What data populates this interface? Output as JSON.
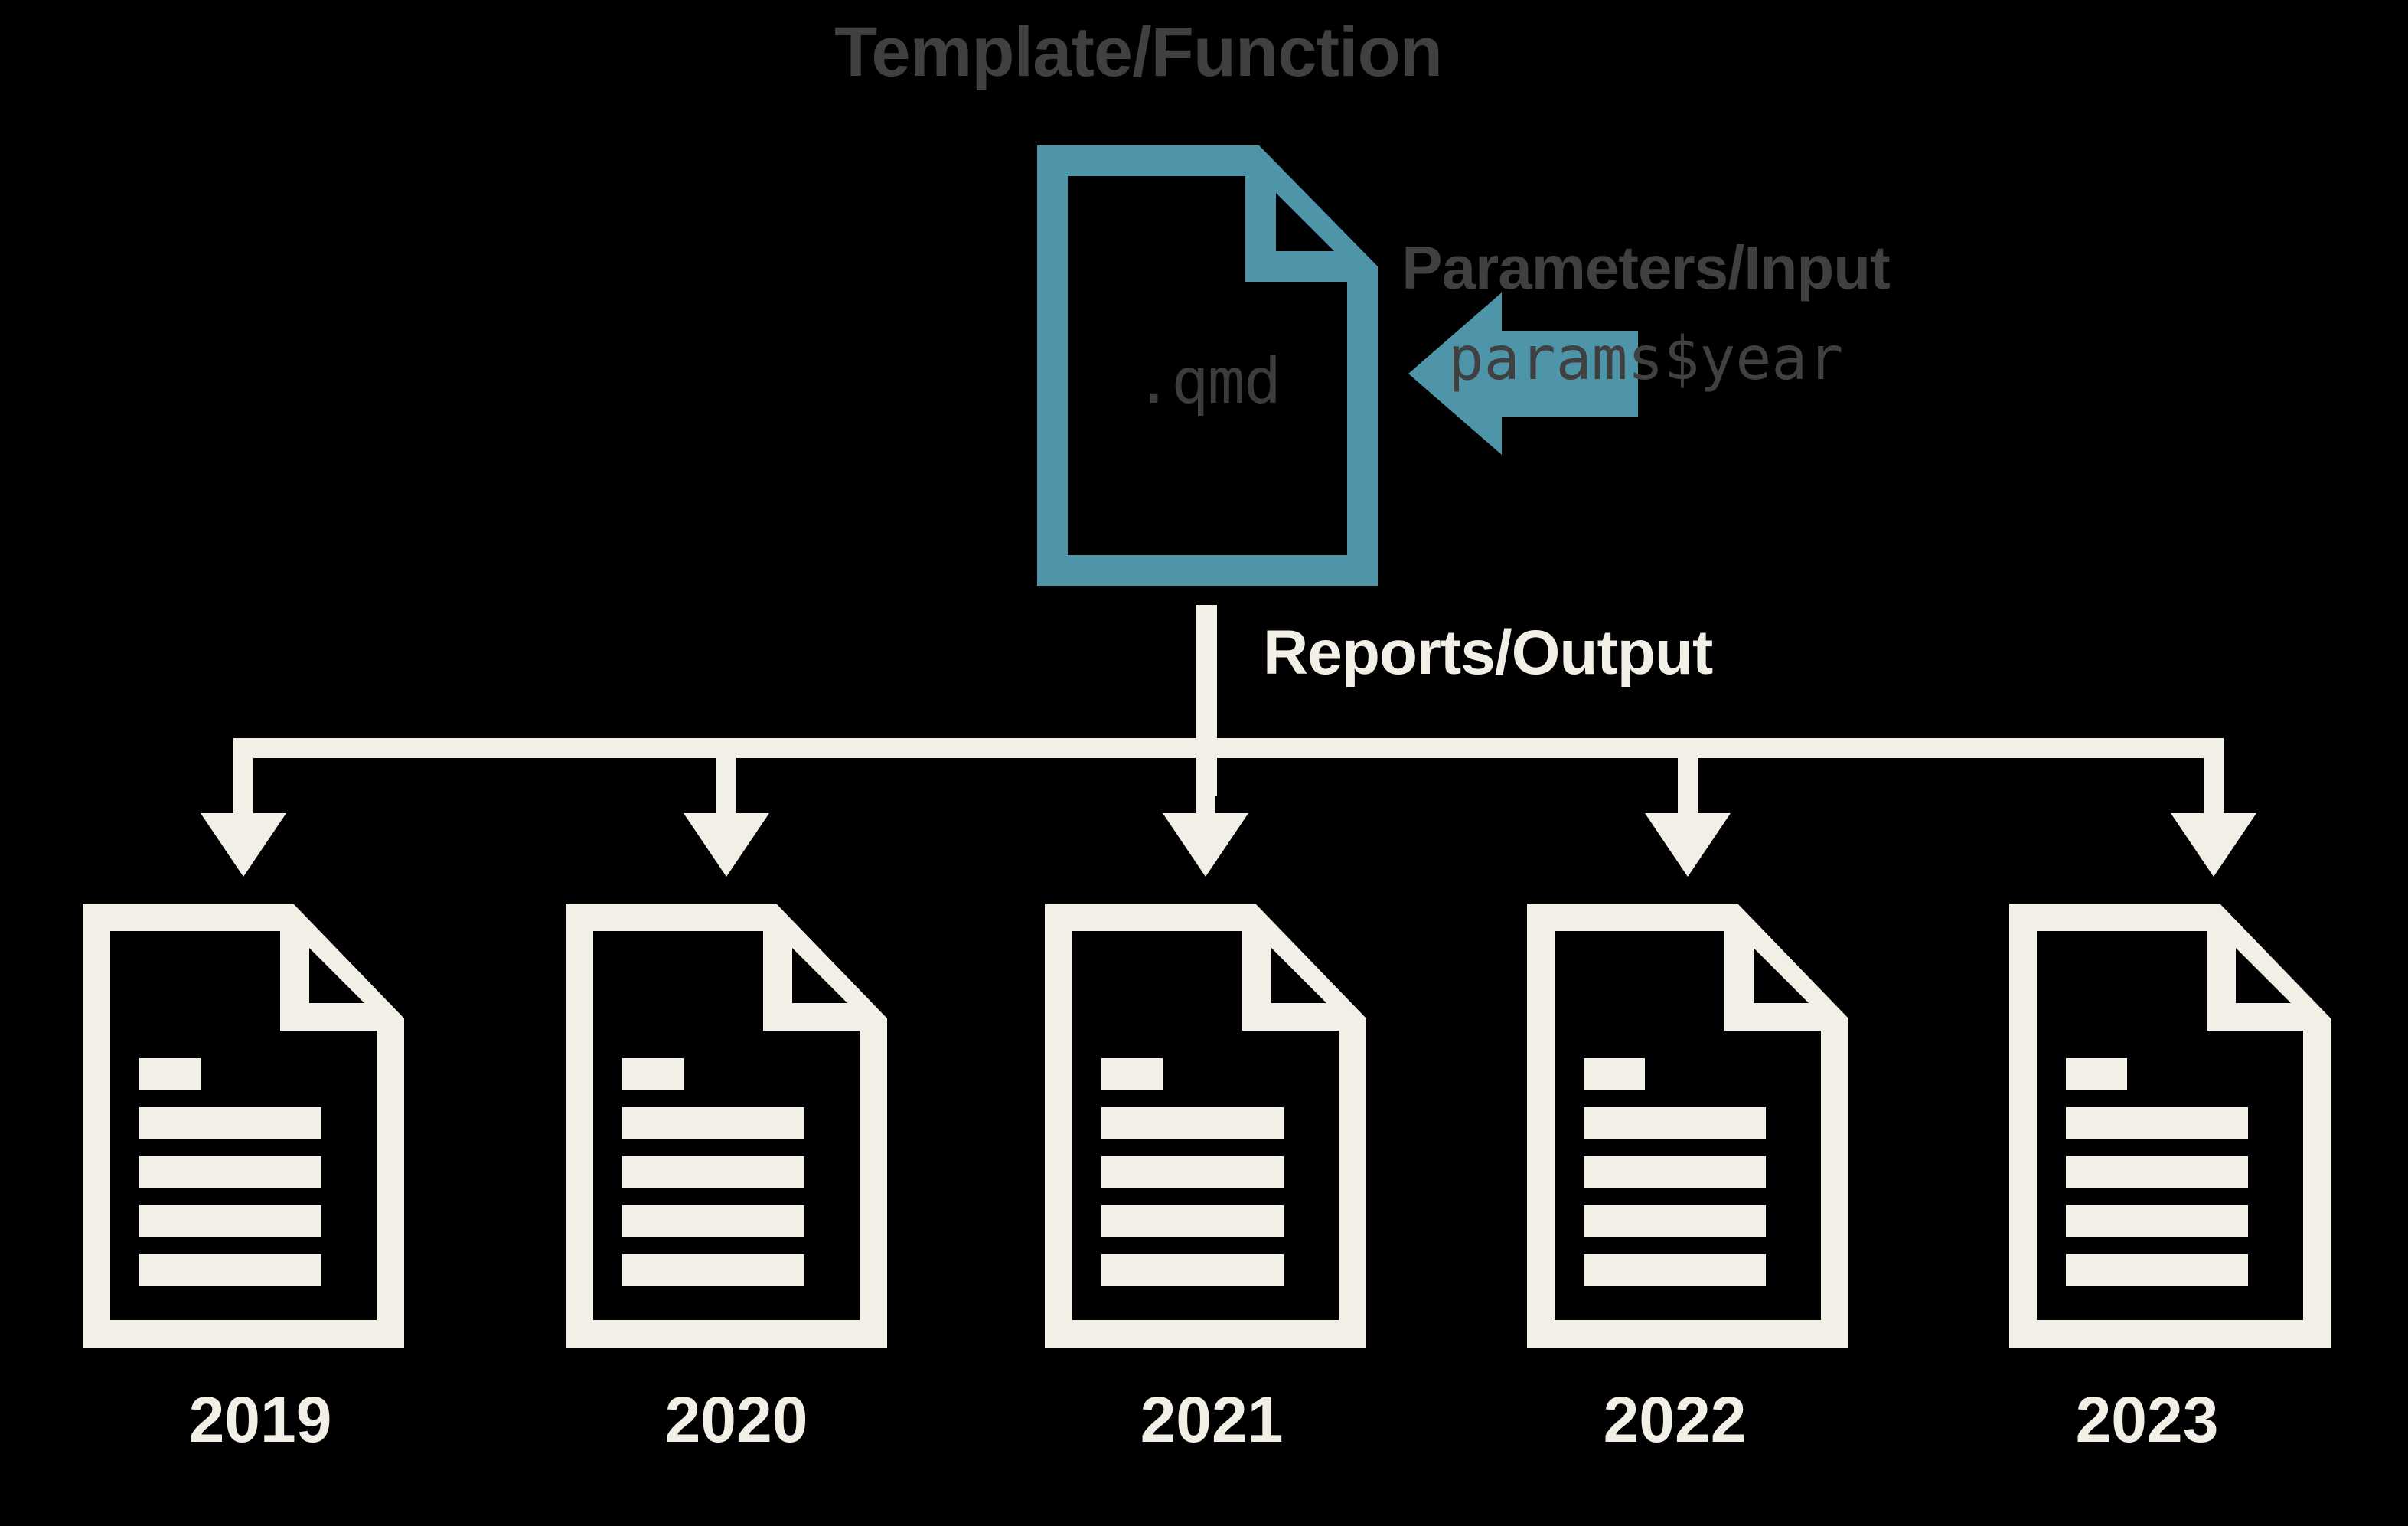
{
  "diagram": {
    "title_label": "Template/Function",
    "input_label": "Parameters/Input",
    "input_code": "params$year",
    "output_label": "Reports/Output",
    "source_file_extension": ".qmd",
    "colors": {
      "background": "#000000",
      "accent_teal": "#4F95AA",
      "cream": "#F2EFE6",
      "dark_gray_text": "#404040"
    },
    "outputs": [
      {
        "year": "2019"
      },
      {
        "year": "2020"
      },
      {
        "year": "2021"
      },
      {
        "year": "2022"
      },
      {
        "year": "2023"
      }
    ]
  }
}
